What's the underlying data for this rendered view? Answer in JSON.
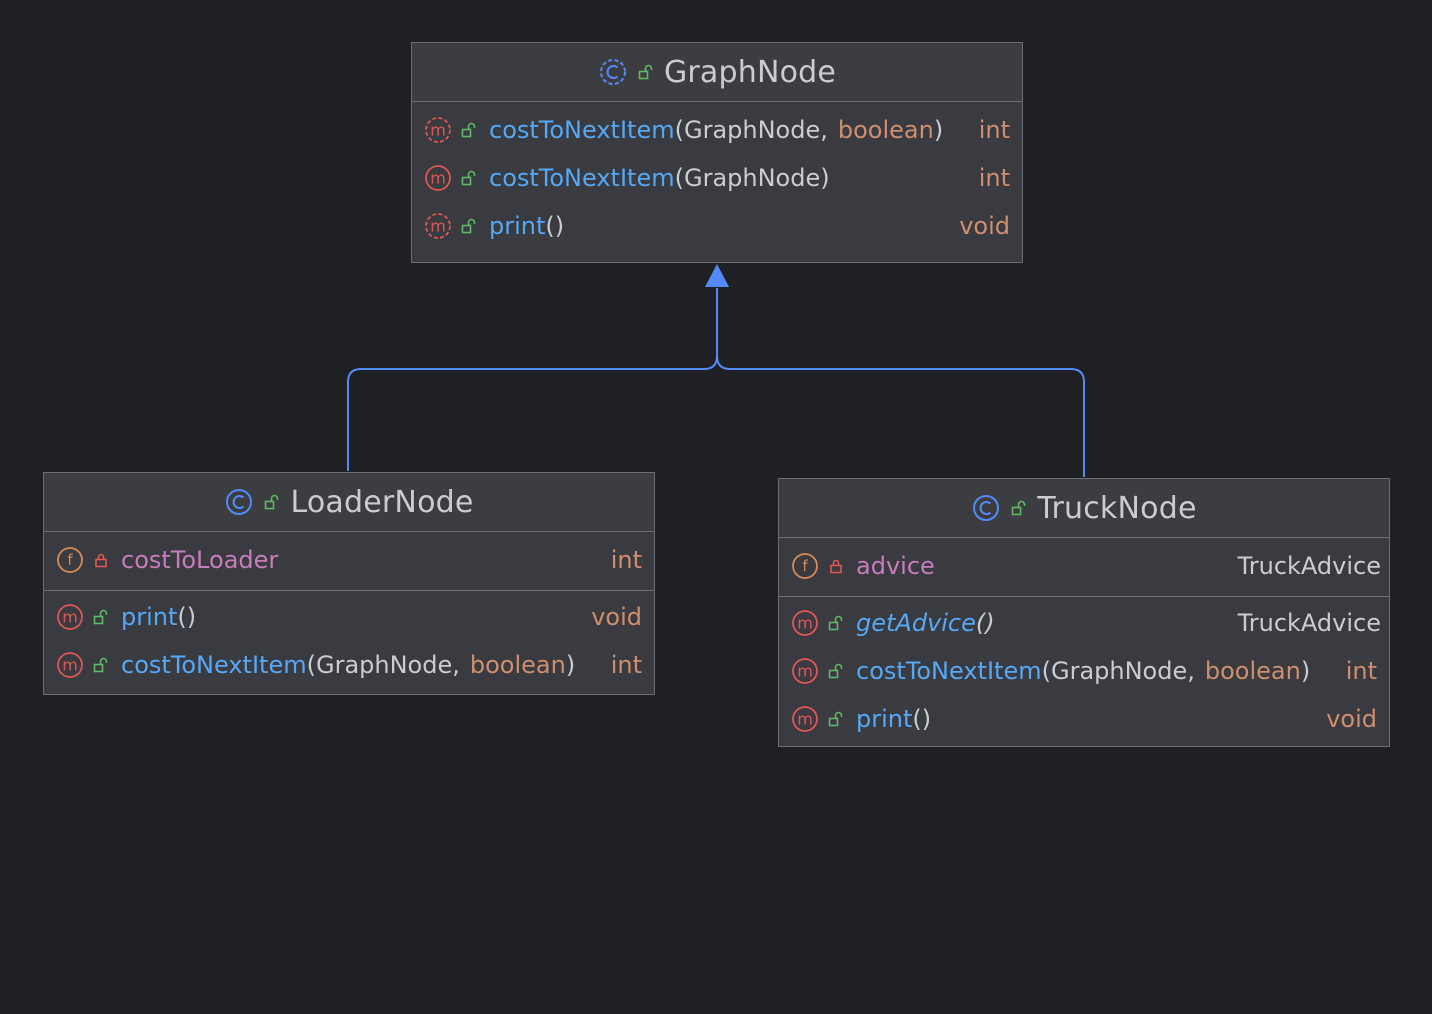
{
  "colors": {
    "background": "#1f2024",
    "edge": "#548af7",
    "method_name": "#56a8f5",
    "field_name": "#c77dbb",
    "keyword": "#cf8e6d",
    "class_icon": "#548af7",
    "method_icon": "#e05555",
    "field_icon": "#d98a55",
    "public_icon": "#5fb865",
    "private_icon": "#e05555"
  },
  "classes": {
    "graph_node": {
      "name": "GraphNode",
      "methods": [
        {
          "name": "costToNextItem",
          "open": "(",
          "p1": "GraphNode",
          "sep": ",",
          "p2": "boolean",
          "close": ")",
          "ret": "int"
        },
        {
          "name": "costToNextItem",
          "open": "(",
          "p1": "GraphNode",
          "close": ")",
          "ret": "int"
        },
        {
          "name": "print",
          "parens": "()",
          "ret": "void"
        }
      ]
    },
    "loader_node": {
      "name": "LoaderNode",
      "fields": [
        {
          "name": "costToLoader",
          "ret": "int"
        }
      ],
      "methods": [
        {
          "name": "print",
          "parens": "()",
          "ret": "void"
        },
        {
          "name": "costToNextItem",
          "open": "(",
          "p1": "GraphNode",
          "sep": ",",
          "p2": "boolean",
          "close": ")",
          "ret": "int"
        }
      ]
    },
    "truck_node": {
      "name": "TruckNode",
      "fields": [
        {
          "name": "advice",
          "ret": "TruckAdvice"
        }
      ],
      "methods": [
        {
          "name": "getAdvice",
          "parens": "()",
          "ret": "TruckAdvice"
        },
        {
          "name": "costToNextItem",
          "open": "(",
          "p1": "GraphNode",
          "sep": ",",
          "p2": "boolean",
          "close": ")",
          "ret": "int"
        },
        {
          "name": "print",
          "parens": "()",
          "ret": "void"
        }
      ]
    }
  }
}
